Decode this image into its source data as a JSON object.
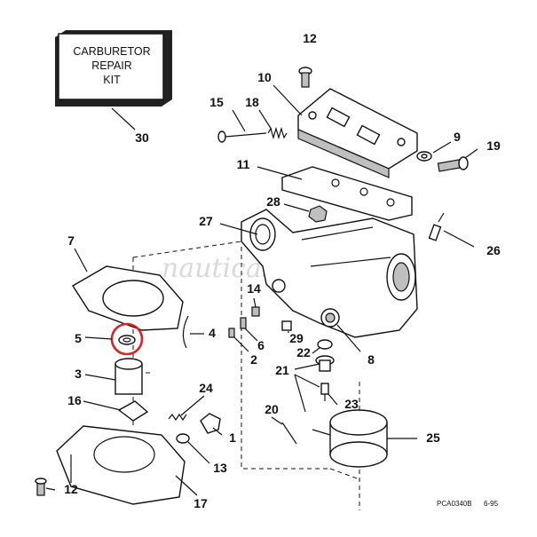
{
  "kit": {
    "line1": "CARBURETOR",
    "line2": "REPAIR",
    "line3": "KIT"
  },
  "watermark": "nauticasessile.it",
  "code": {
    "ref": "PCA0340B",
    "date": "6-95"
  },
  "highlight_color": "#d8231f",
  "callouts": {
    "n1": "1",
    "n2": "2",
    "n3": "3",
    "n4": "4",
    "n5": "5",
    "n6": "6",
    "n7": "7",
    "n8": "8",
    "n9": "9",
    "n10": "10",
    "n11": "11",
    "n12a": "12",
    "n12b": "12",
    "n13": "13",
    "n14": "14",
    "n15": "15",
    "n16": "16",
    "n17": "17",
    "n18": "18",
    "n19": "19",
    "n20": "20",
    "n21": "21",
    "n22": "22",
    "n23": "23",
    "n24": "24",
    "n25": "25",
    "n26": "26",
    "n27": "27",
    "n28": "28",
    "n29": "29",
    "n30": "30"
  }
}
